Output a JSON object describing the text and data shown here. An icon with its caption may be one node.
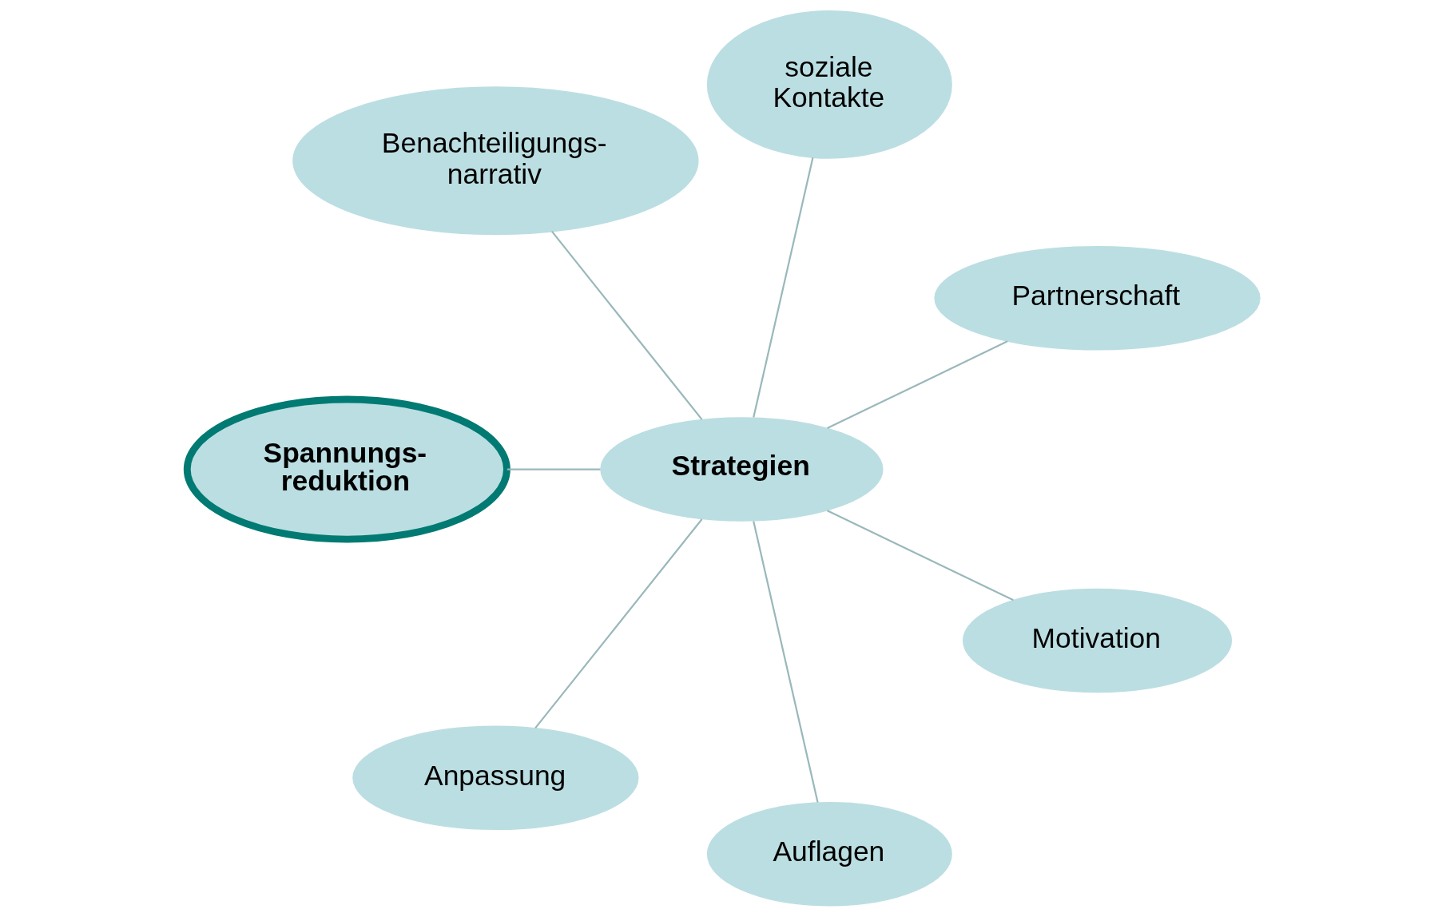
{
  "diagram": {
    "nodes": [
      {
        "text": [
          "Partnerschaft"
        ]
      },
      {
        "text": [
          "soziale Kontakte"
        ]
      },
      {
        "text": [
          "Benachteiligungs- narrativ"
        ]
      },
      {
        "text": [
          "Strategien"
        ]
      },
      {
        "text": [
          "Spannungs- reduktion"
        ]
      },
      {
        "text": [
          "Anpassung"
        ]
      },
      {
        "text": [
          "Auflagen"
        ]
      },
      {
        "text": [
          "Motivation"
        ]
      }
    ],
    "edges": [
      {
        "from": 3,
        "to": 0,
        "arrow": "none"
      },
      {
        "from": 3,
        "to": 1,
        "arrow": "none"
      },
      {
        "from": 3,
        "to": 5,
        "arrow": "none"
      },
      {
        "from": 3,
        "to": 7,
        "arrow": "none"
      },
      {
        "from": 3,
        "to": 6,
        "arrow": "none"
      },
      {
        "from": 3,
        "to": 4,
        "arrow": "none"
      },
      {
        "from": 3,
        "to": 2,
        "arrow": "none"
      }
    ]
  }
}
